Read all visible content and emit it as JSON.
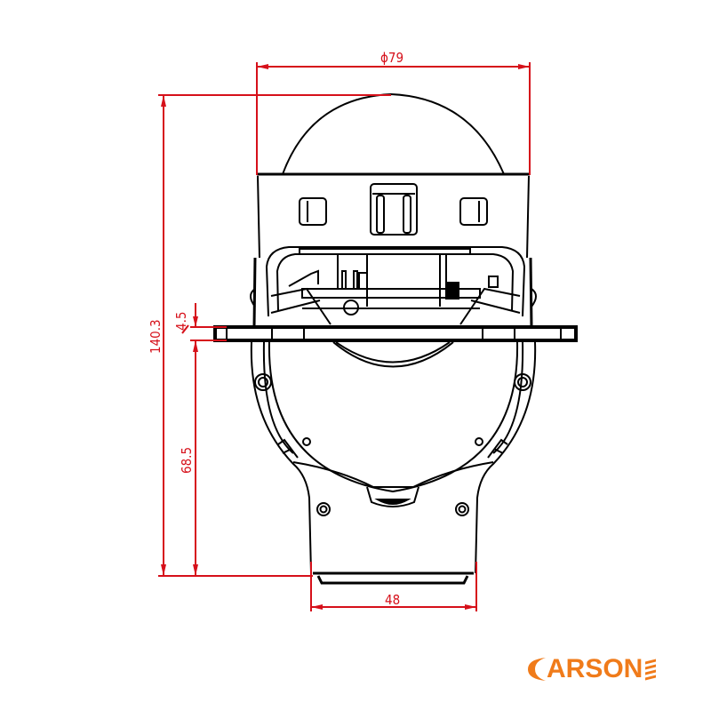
{
  "drawing": {
    "subject": "projector lens headlight - front view",
    "colors": {
      "outline": "#000000",
      "dimension": "#d6101a",
      "brand": "#f07b1a",
      "background": "#ffffff"
    },
    "dimensions": {
      "lens_diameter": "ϕ79",
      "total_height": "140.3",
      "flange_thickness": "4.5",
      "flange_to_bottom": "68.5",
      "bottom_width": "48"
    }
  },
  "brand": {
    "logo_text": "ARSON",
    "logo_full": "CARSON"
  }
}
